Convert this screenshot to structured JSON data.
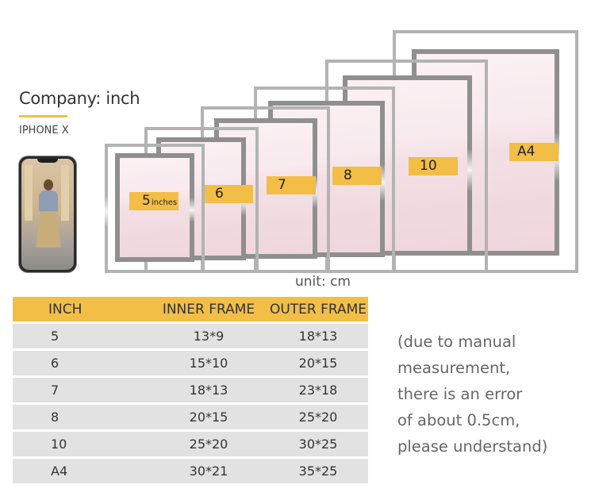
{
  "header": {
    "title": "Company: inch",
    "subtitle": "IPHONE X"
  },
  "colors": {
    "accent": "#f2be45",
    "table_row_bg": "#e2e2e2",
    "frame_inner": "#8f8f8f",
    "frame_outer": "#b3b3b3",
    "frame_fill": "#f2dfe4"
  },
  "frames": [
    {
      "label": "5",
      "label_suffix": "inches"
    },
    {
      "label": "6"
    },
    {
      "label": "7"
    },
    {
      "label": "8"
    },
    {
      "label": "10"
    },
    {
      "label": "A4"
    }
  ],
  "unit_note": "unit:  cm",
  "table": {
    "headers": [
      "INCH",
      "INNER FRAME",
      "OUTER FRAME"
    ],
    "rows": [
      [
        "5",
        "13*9",
        "18*13"
      ],
      [
        "6",
        "15*10",
        "20*15"
      ],
      [
        "7",
        "18*13",
        "23*18"
      ],
      [
        "8",
        "20*15",
        "25*20"
      ],
      [
        "10",
        "25*20",
        "30*25"
      ],
      [
        "A4",
        "30*21",
        "35*25"
      ]
    ]
  },
  "note_lines": [
    "(due to manual",
    "measurement,",
    "there is an error",
    "of about 0.5cm,",
    "please understand)"
  ]
}
